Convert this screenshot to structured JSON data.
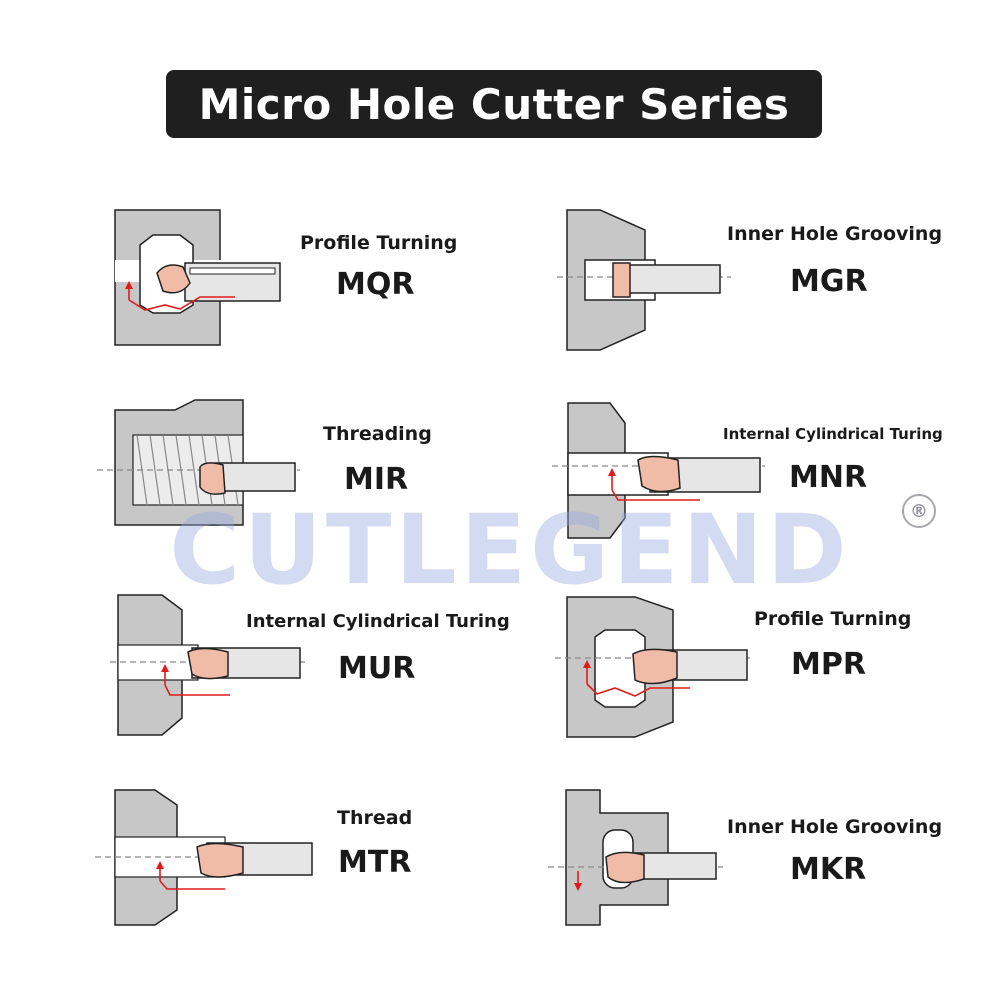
{
  "header": {
    "title": "Micro Hole Cutter Series"
  },
  "watermark": {
    "text": "CUTLEGEND",
    "registered_symbol": "®"
  },
  "colors": {
    "workpiece": "#c7c7c7",
    "tool": "#e6e6e6",
    "insert": "#f0bca8",
    "arrow": "#e01b1b",
    "outline": "#222222",
    "banner": "#1f1f1f"
  },
  "tools": [
    {
      "operation": "Profile Turning",
      "code": "MQR"
    },
    {
      "operation": "Inner Hole Grooving",
      "code": "MGR"
    },
    {
      "operation": "Threading",
      "code": "MIR"
    },
    {
      "operation": "Internal Cylindrical Turing",
      "code": "MNR"
    },
    {
      "operation": "Internal Cylindrical Turing",
      "code": "MUR"
    },
    {
      "operation": "Profile Turning",
      "code": "MPR"
    },
    {
      "operation": "Thread",
      "code": "MTR"
    },
    {
      "operation": "Inner Hole Grooving",
      "code": "MKR"
    }
  ]
}
